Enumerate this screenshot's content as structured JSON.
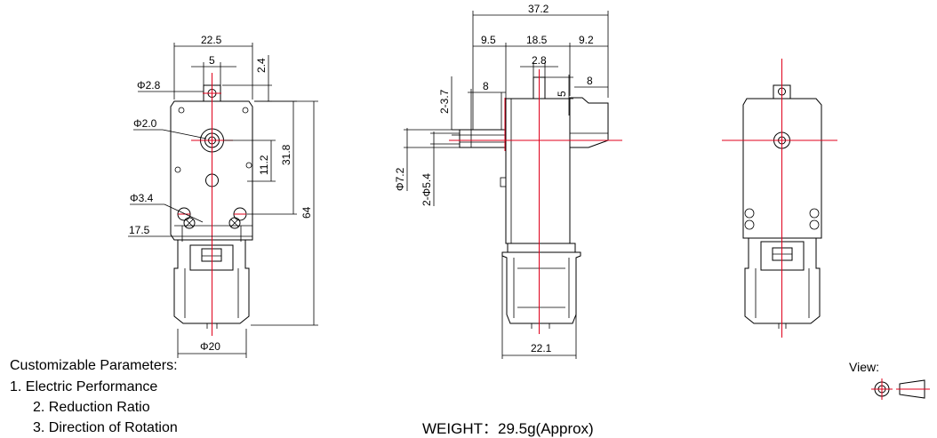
{
  "dimensions": {
    "front_width": "22.5",
    "shaft_flat": "5",
    "top_offset": "2.4",
    "shaft_dia": "Φ2.8",
    "boss_dia": "Φ2.0",
    "mount_height": "31.8",
    "boss_offset": "11.2",
    "total_height": "64",
    "hole_dia": "Φ3.4",
    "hole_spacing": "17.5",
    "motor_dia": "Φ20",
    "side_total": "37.2",
    "side_left": "9.5",
    "side_mid": "18.5",
    "side_right": "9.2",
    "side_shaft_dia": "2.8",
    "shaft_length": "8",
    "side_shaft_flat": "5",
    "clip_length": "8",
    "flat_range": "2-3.7",
    "shaft_outer": "Φ7.2",
    "shaft_inner": "2-Φ5.4",
    "motor_width": "22.1"
  },
  "notes": {
    "heading": "Customizable Parameters:",
    "items": [
      "1. Electric Performance",
      "2. Reduction Ratio",
      "3. Direction of Rotation"
    ],
    "weight": "WEIGHT：29.5g(Approx)",
    "view_label": "View:"
  }
}
